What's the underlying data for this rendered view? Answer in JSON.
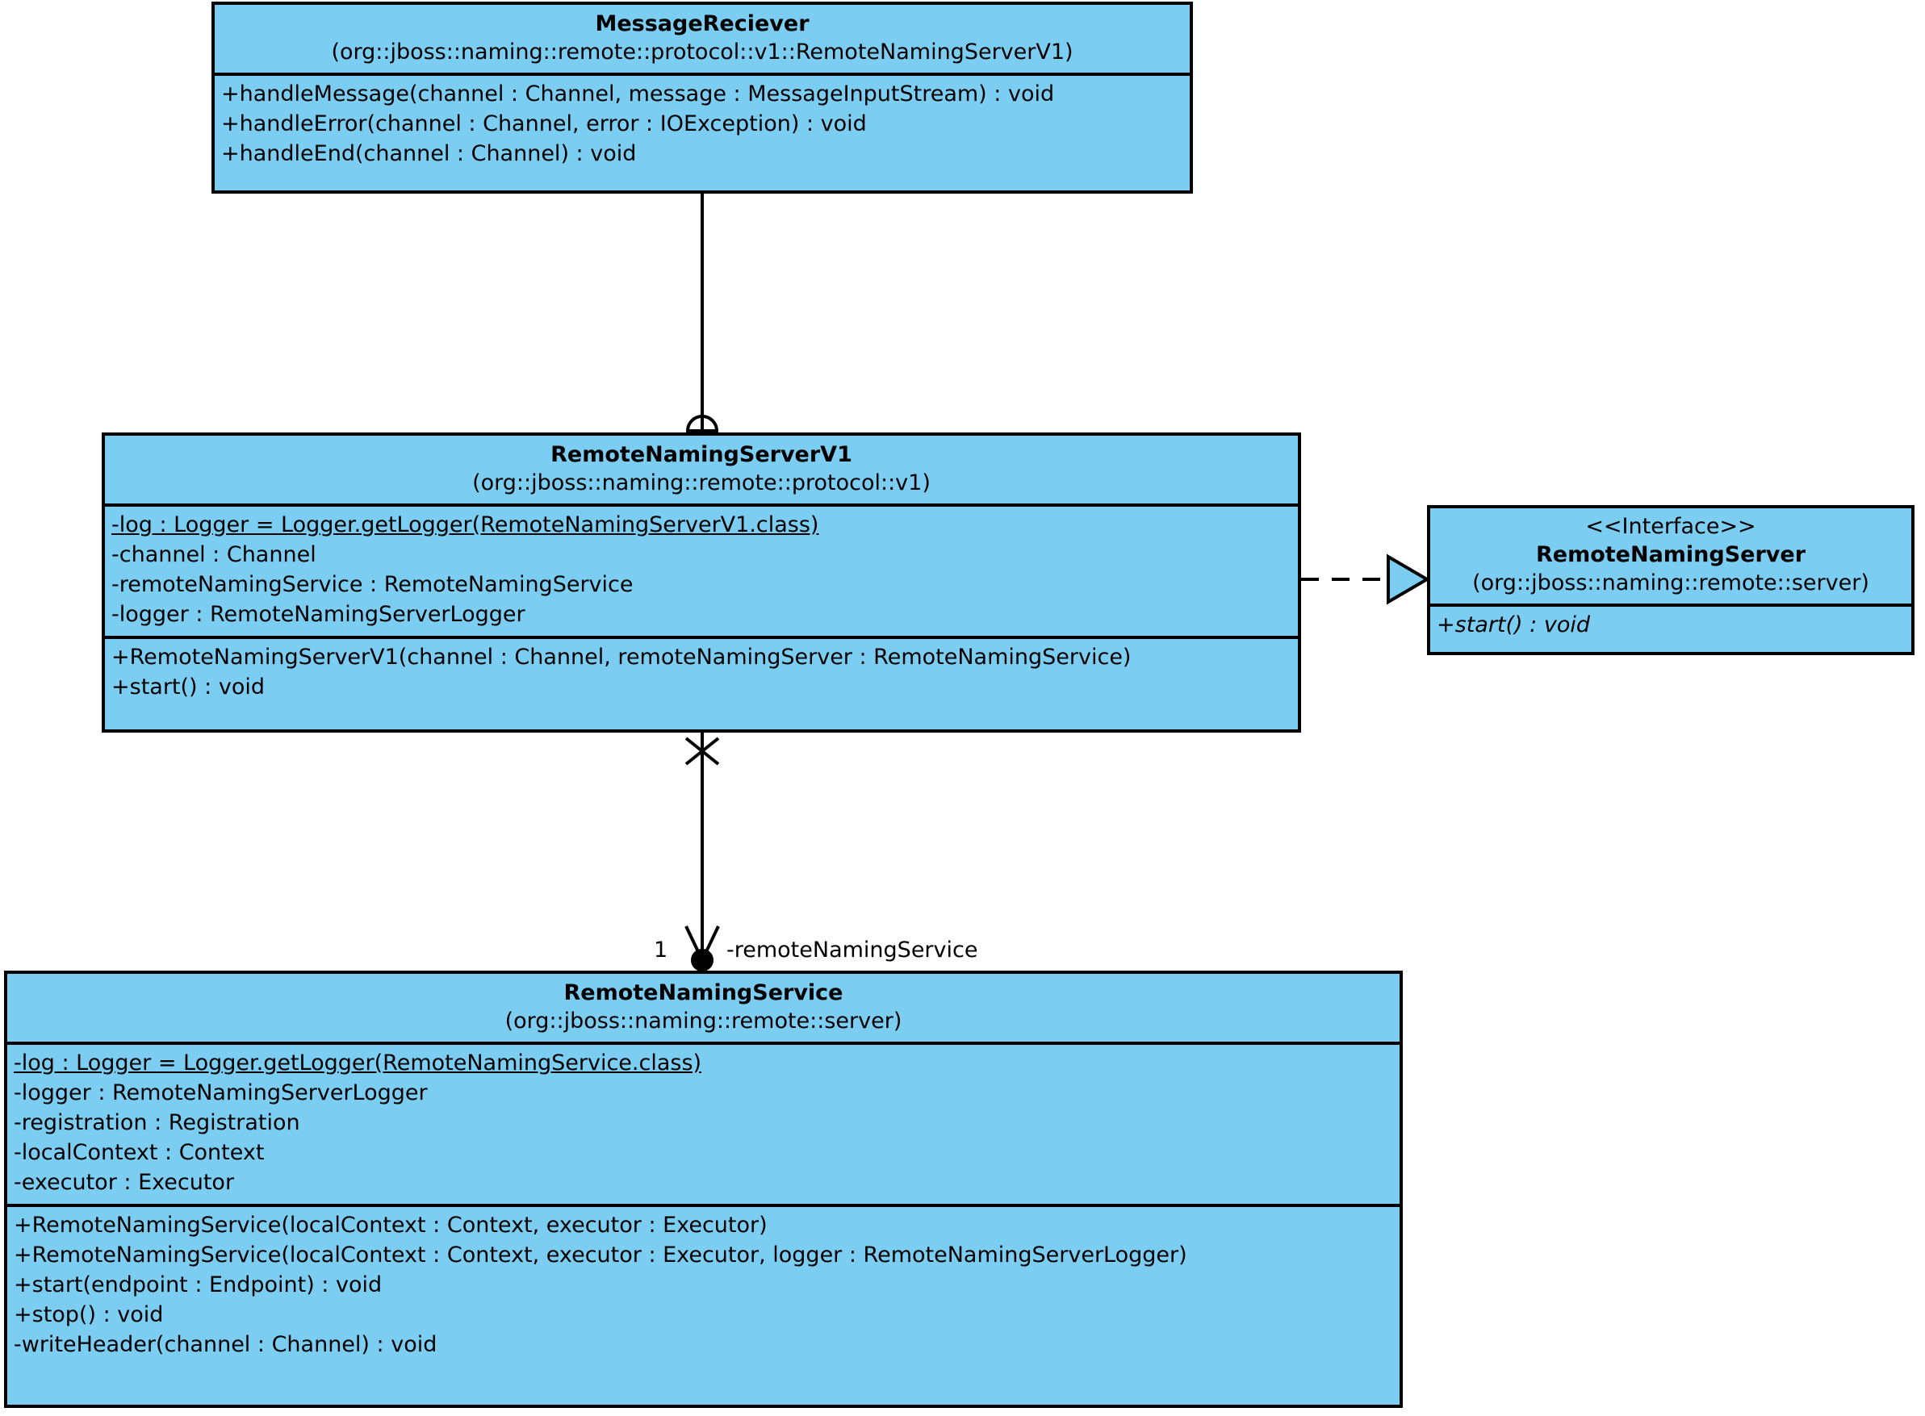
{
  "diagram": {
    "type": "uml-class-diagram",
    "background_color": "#ffffff",
    "class_fill_color": "#7ccdf2",
    "border_color": "#000000"
  },
  "classes": {
    "message_reciever": {
      "name": "MessageReciever",
      "package": "(org::jboss::naming::remote::protocol::v1::RemoteNamingServerV1)",
      "attributes": [],
      "operations": [
        "+handleMessage(channel : Channel, message : MessageInputStream) : void",
        "+handleError(channel : Channel, error : IOException) : void",
        "+handleEnd(channel : Channel) : void"
      ]
    },
    "remote_naming_server_v1": {
      "name": "RemoteNamingServerV1",
      "package": "(org::jboss::naming::remote::protocol::v1)",
      "attributes": [
        "-log : Logger = Logger.getLogger(RemoteNamingServerV1.class)",
        "-channel : Channel",
        "-remoteNamingService : RemoteNamingService",
        "-logger : RemoteNamingServerLogger"
      ],
      "operations": [
        "+RemoteNamingServerV1(channel : Channel, remoteNamingServer : RemoteNamingService)",
        "+start() : void"
      ]
    },
    "remote_naming_server_interface": {
      "stereotype": "<<Interface>>",
      "name": "RemoteNamingServer",
      "package": "(org::jboss::naming::remote::server)",
      "attributes": [],
      "operations": [
        "+start() : void"
      ]
    },
    "remote_naming_service": {
      "name": "RemoteNamingService",
      "package": "(org::jboss::naming::remote::server)",
      "attributes": [
        "-log : Logger = Logger.getLogger(RemoteNamingService.class)",
        "-logger : RemoteNamingServerLogger",
        "-registration : Registration",
        "-localContext : Context",
        "-executor : Executor"
      ],
      "operations": [
        "+RemoteNamingService(localContext : Context, executor : Executor)",
        "+RemoteNamingService(localContext : Context, executor : Executor, logger : RemoteNamingServerLogger)",
        "+start(endpoint : Endpoint) : void",
        "+stop() : void",
        "-writeHeader(channel : Channel) : void"
      ]
    }
  },
  "relationships": {
    "nesting": {
      "kind": "nested-class-containment",
      "from": "MessageReciever",
      "to": "RemoteNamingServerV1",
      "symbol": "circle-plus"
    },
    "realization": {
      "kind": "realization",
      "from": "RemoteNamingServerV1",
      "to": "RemoteNamingServer",
      "symbol": "dashed-hollow-triangle"
    },
    "association": {
      "kind": "directed-association",
      "from": "RemoteNamingServerV1",
      "to": "RemoteNamingService",
      "multiplicity": "1",
      "role": "-remoteNamingService"
    }
  }
}
